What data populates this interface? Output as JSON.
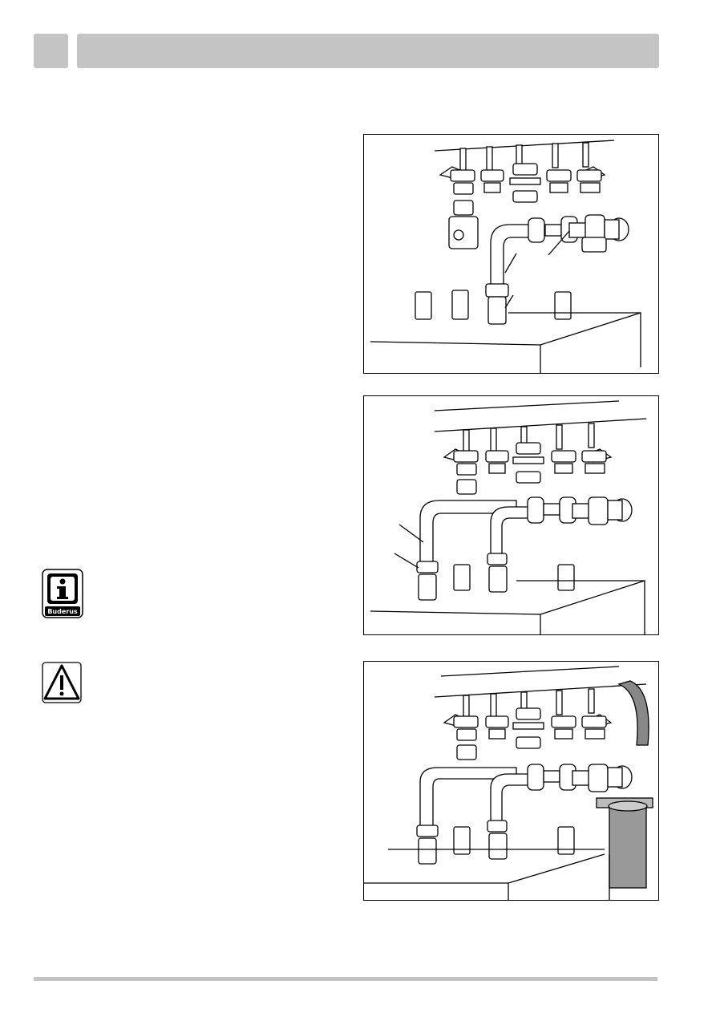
{
  "header": {
    "accent_color": "#c4c4c4"
  },
  "info_note": {
    "icon": "info-icon",
    "logo_text": "Buderus"
  },
  "warning_note": {
    "icon": "warning-triangle-icon"
  },
  "figures": [
    {
      "name": "figure-pipe-connection-1"
    },
    {
      "name": "figure-pipe-connection-2"
    },
    {
      "name": "figure-pipe-connection-3"
    }
  ],
  "footer": {
    "rule_color": "#c4c4c4"
  }
}
